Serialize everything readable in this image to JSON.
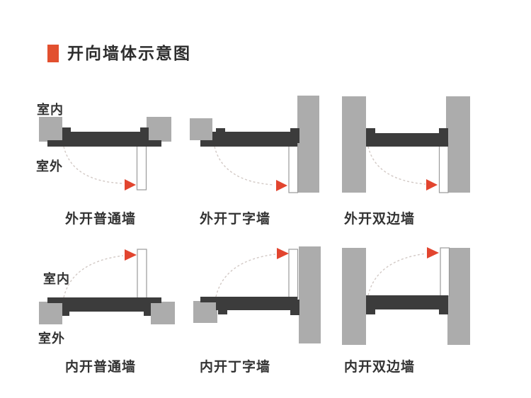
{
  "title": {
    "text": "开向墙体示意图",
    "bullet_color": "#e2502f"
  },
  "labels": {
    "indoor": "室内",
    "outdoor": "室外"
  },
  "panels": [
    {
      "caption": "外开普通墙"
    },
    {
      "caption": "外开丁字墙"
    },
    {
      "caption": "外开双边墙"
    },
    {
      "caption": "内开普通墙"
    },
    {
      "caption": "内开丁字墙"
    },
    {
      "caption": "内开双边墙"
    }
  ],
  "colors": {
    "wall_gray": "#acacac",
    "frame_dark": "#3c3c3c",
    "door_white": "#ffffff",
    "door_outline": "#9a9a9a",
    "swing_arc": "#d2c9c5",
    "arrow_red": "#e2452f",
    "text": "#333333",
    "background": "#ffffff"
  }
}
